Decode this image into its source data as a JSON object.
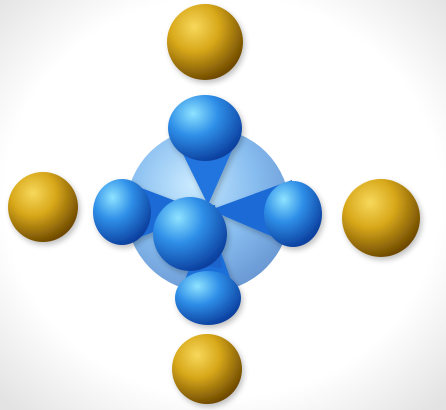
{
  "scene": {
    "background": {
      "center_color": "#ffffff",
      "edge_color": "#e3e3e3"
    },
    "colors": {
      "gold_light": "#f7d85c",
      "gold_mid": "#d8a81a",
      "gold_dark": "#6f4a00",
      "blue_light": "#8ee3ff",
      "blue_mid": "#2f8fe8",
      "blue_dark": "#0b3f9e",
      "core_light": "#b9e4ff",
      "core_mid": "#5aa4ea",
      "core_dark": "#2e6dbf"
    },
    "object_names": {
      "core": "central-atom-sphere",
      "lobes": [
        "orbital-lobe-top",
        "orbital-lobe-left",
        "orbital-lobe-right",
        "orbital-lobe-bottom",
        "orbital-lobe-front"
      ],
      "outer_spheres": [
        "gold-sphere-top",
        "gold-sphere-left",
        "gold-sphere-right",
        "gold-sphere-bottom"
      ]
    }
  }
}
